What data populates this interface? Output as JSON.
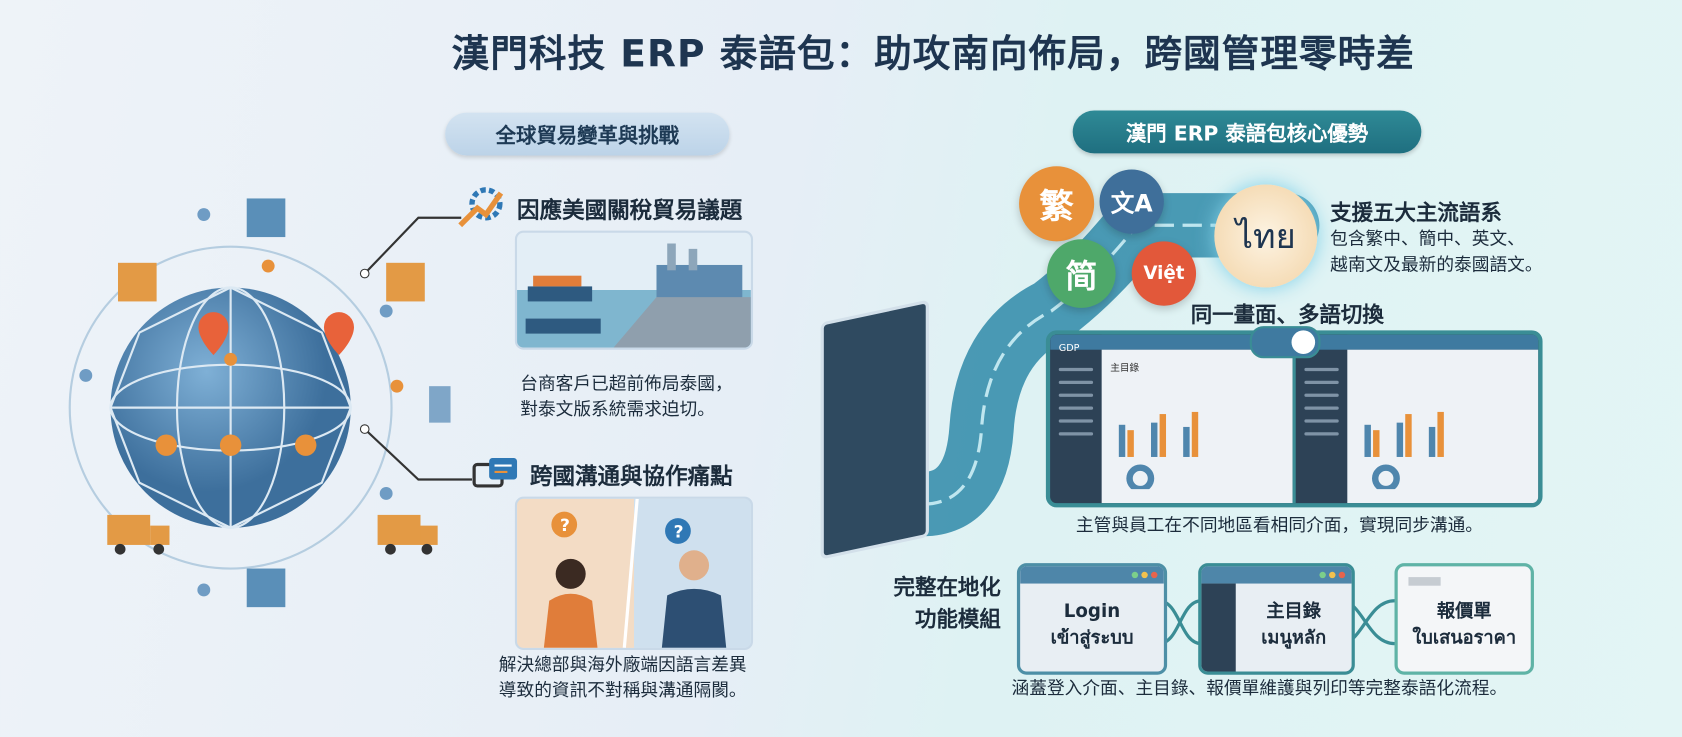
{
  "title": "漢門科技 ERP 泰語包：助攻南向佈局，跨國管理零時差",
  "left": {
    "section_title": "全球貿易變革與挑戰",
    "items": [
      {
        "heading": "因應美國關稅貿易議題",
        "text_lines": [
          "台商客戶已超前佈局泰國，",
          "對泰文版系統需求迫切。"
        ],
        "icon": "growth-chart-gear-icon"
      },
      {
        "heading": "跨國溝通與協作痛點",
        "text_lines": [
          "解決總部與海外廠端因語言差異",
          "導致的資訊不對稱與溝通隔閡。"
        ],
        "icon": "chat-bubbles-icon"
      }
    ]
  },
  "right": {
    "section_title": "漢門 ERP 泰語包核心優勢",
    "languages": [
      "繁",
      "文A",
      "简",
      "Việt",
      "ไทย"
    ],
    "lang_heading": "支援五大主流語系",
    "lang_text_lines": [
      "包含繁中、簡中、英文、",
      "越南文及最新的泰國語文。"
    ],
    "switch_heading": "同一畫面、多語切換",
    "dashboard": {
      "brand": "GDP",
      "page_title": "主目錄"
    },
    "switch_caption": "主管與員工在不同地區看相同介面，實現同步溝通。",
    "modules_label_lines": [
      "完整在地化",
      "功能模組"
    ],
    "modules": [
      {
        "line1": "Login",
        "line2": "เข้าสู่ระบบ"
      },
      {
        "line1": "主目錄",
        "line2": "เมนูหลัก"
      },
      {
        "line1": "報價單",
        "line2": "ใบเสนอราคา"
      }
    ],
    "modules_caption": "涵蓋登入介面、主目錄、報價單維護與列印等完整泰語化流程。"
  },
  "colors": {
    "navy": "#1e3550",
    "teal": "#2f8a96",
    "orange": "#e8913a",
    "blue": "#4f86ad"
  }
}
